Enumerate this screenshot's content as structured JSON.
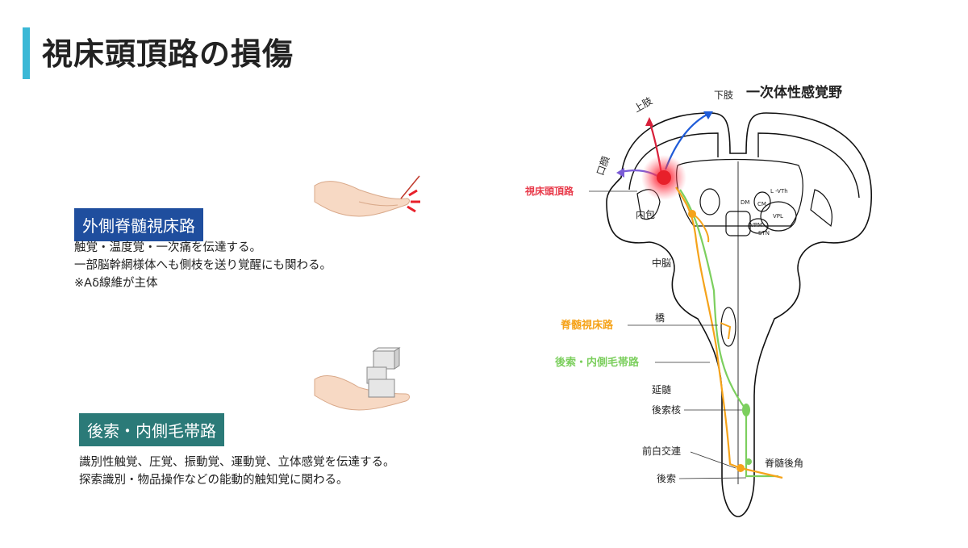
{
  "title": "視床頭頂路の損傷",
  "section1": {
    "label": "外側脊髄視床路",
    "lines": [
      "触覚・温度覚・一次痛を伝達する。",
      "一部脳幹網様体へも側枝を送り覚醒にも関わる。",
      "※Aδ線維が主体"
    ]
  },
  "section2": {
    "label": "後索・内側毛帯路",
    "lines": [
      "識別性触覚、圧覚、振動覚、運動覚、立体感覚を伝達する。",
      "探索識別・物品操作などの能動的触知覚に関わる。"
    ]
  },
  "diagram": {
    "cortex_title": "一次体性感覚野",
    "arrow_labels": {
      "lower_limb": "下肢",
      "upper_limb": "上肢",
      "face": "口顔"
    },
    "lesion_label": "視床頭頂路",
    "nuclei": {
      "dm": "DM",
      "cm": "CM",
      "lvth": "L -VTh",
      "vpl": "VPL",
      "vpm": "VPM",
      "stn": "STN"
    },
    "internal_capsule": "内包",
    "midbrain": "中脳",
    "pons": "橋",
    "medulla": "延髄",
    "dorsal_column_nucleus": "後索核",
    "anterior_commissure": "前白交連",
    "dorsal_column": "後索",
    "dorsal_horn": "脊髄後角",
    "spinothalamic_label": "脊髄視床路",
    "lemniscal_label": "後索・内側毛帯路",
    "colors": {
      "spinothalamic": "#f5a31a",
      "lemniscal": "#7ccf5e",
      "lesion": "#e8202a",
      "upper_arrow": "#d8203a",
      "lower_arrow": "#1e5bd8",
      "face_arrow": "#7b5cd6"
    }
  }
}
